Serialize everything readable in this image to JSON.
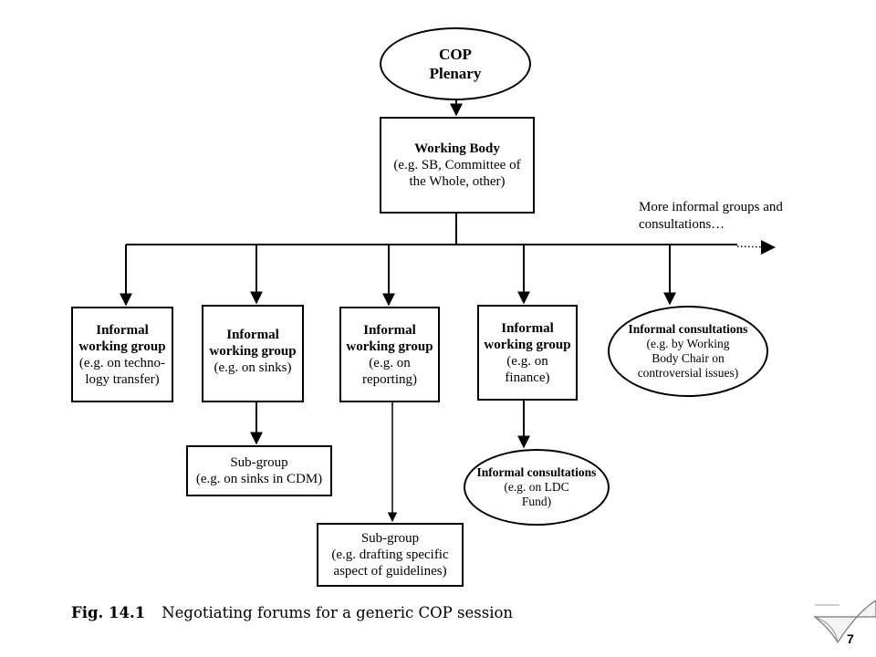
{
  "nodes": {
    "cop": {
      "line1": "COP",
      "line2": "Plenary"
    },
    "working_body": {
      "title": "Working Body",
      "line2": "(e.g. SB, Committee of",
      "line3": "the Whole, other)"
    },
    "wg1": {
      "title1": "Informal",
      "title2": "working group",
      "line3": "(e.g. on techno-",
      "line4": "logy transfer)"
    },
    "wg2": {
      "title1": "Informal",
      "title2": "working group",
      "line3": "(e.g. on sinks)"
    },
    "wg3": {
      "title1": "Informal",
      "title2": "working group",
      "line3": "(e.g. on",
      "line4": "reporting)"
    },
    "wg4": {
      "title1": "Informal",
      "title2": "working group",
      "line3": "(e.g. on",
      "line4": "finance)"
    },
    "ic1": {
      "title": "Informal consultations",
      "line2": "(e.g. by Working",
      "line3": "Body Chair on",
      "line4": "controversial issues)"
    },
    "sub1": {
      "line1": "Sub-group",
      "line2": "(e.g. on sinks in CDM)"
    },
    "sub2": {
      "line1": "Sub-group",
      "line2": "(e.g. drafting specific",
      "line3": "aspect of guidelines)"
    },
    "ic2": {
      "title": "Informal consultations",
      "line2": "(e.g. on LDC",
      "line3": "Fund)"
    }
  },
  "more_note": {
    "line1": "More informal groups and",
    "line2": "consultations…"
  },
  "caption": {
    "fig": "Fig. 14.1",
    "text": "Negotiating forums for a generic COP session"
  },
  "page_number": "7"
}
